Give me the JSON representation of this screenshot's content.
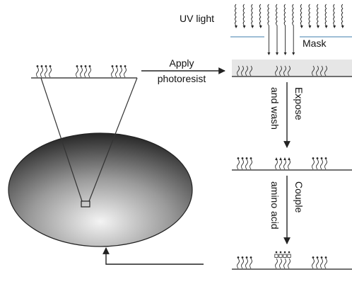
{
  "labels": {
    "uv_light": "UV light",
    "mask": "Mask",
    "apply": "Apply",
    "photoresist": "photoresist",
    "expose": "Expose",
    "and_wash": "and wash",
    "couple": "Couple",
    "amino_acid": "amino acid"
  },
  "colors": {
    "line": "#333333",
    "photoresist_band": "#e6e6e6",
    "mask_line": "#7fa8c8",
    "wafer_dark": "#111111",
    "wafer_light": "#f2f2f2"
  }
}
